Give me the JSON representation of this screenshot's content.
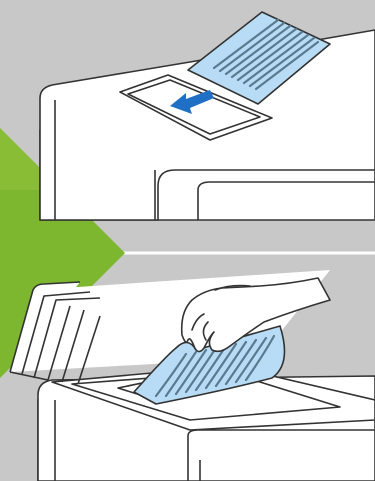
{
  "figure": {
    "panels": [
      {
        "id": "adf",
        "depicts": "document-feeder-loading",
        "arrow": "insert-direction"
      },
      {
        "id": "flatbed",
        "depicts": "scanner-glass-placement",
        "arrow": "none"
      }
    ]
  },
  "colors": {
    "background": "#c8c8c8",
    "divider": "#ffffff",
    "green_arrow": "#7db72f",
    "green_arrow_light": "#9bcc3a",
    "paper": "#b8dcf5",
    "paper_lines": "#5a7a8f",
    "outline": "#333333",
    "device": "#ffffff",
    "blue_arrow": "#1f6fc4"
  }
}
